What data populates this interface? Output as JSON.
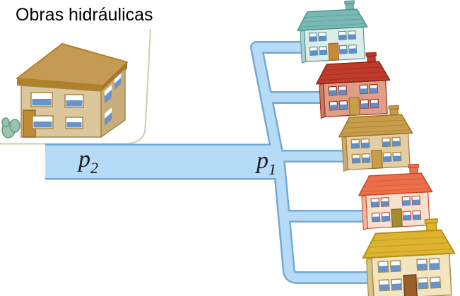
{
  "title": "Obras hidráulicas",
  "labels": {
    "p2": {
      "base": "p",
      "sub": "2"
    },
    "p1": {
      "base": "p",
      "sub": "1"
    }
  },
  "colors": {
    "background": "#ffffff",
    "pipe_fill": "#b6dbf6",
    "pipe_outline": "#72a9d6",
    "platform_edge": "#d5cfb8",
    "label_text": "#1a1a1a",
    "title_text": "#000000"
  },
  "waterworks": {
    "wall": "#dcc79c",
    "wall_side": "#c8ac7c",
    "roof": "#c49a55",
    "roof_trim": "#b0812c",
    "roof_trim_side": "#a3762a",
    "outline": "#a8854a",
    "door": "#bf8a33",
    "door_trim": "#8f6a1e",
    "window_glass": "#6b93c7",
    "window_white": "#ffffff",
    "bush": "#9cc3ad",
    "bush_stroke": "#639b7d"
  },
  "houses": [
    {
      "name": "teal-house",
      "roof": "#7ab8b5",
      "roof_dark": "#48908c",
      "wall": "#dcecea",
      "side": "#a9d2cd",
      "trim": "#4f918d",
      "door": "#cc8833",
      "door_trim": "#9a6320",
      "window": "#5f8fc8"
    },
    {
      "name": "red-house",
      "roof": "#bf3b2b",
      "roof_dark": "#8f2417",
      "wall": "#df9f87",
      "side": "#c67a62",
      "trim": "#9c2a1a",
      "door": "#c79e4b",
      "door_trim": "#97742a",
      "window": "#5f8fc8"
    },
    {
      "name": "tan-house",
      "roof": "#c99c4b",
      "roof_dark": "#9a7322",
      "wall": "#e2cda4",
      "side": "#c6ab77",
      "trim": "#a87b28",
      "door": "#c79e45",
      "door_trim": "#8f6f25",
      "window": "#5f8fc8"
    },
    {
      "name": "orange-house",
      "roof": "#ec6f4c",
      "roof_dark": "#c34c28",
      "wall": "#f8e2cf",
      "side": "#eab99e",
      "trim": "#cc4a2e",
      "door": "#a38d33",
      "door_trim": "#7a681f",
      "window": "#5f8fc8"
    },
    {
      "name": "yellow-house",
      "roof": "#ddb330",
      "roof_dark": "#b38d14",
      "wall": "#f3e5bf",
      "side": "#d9c384",
      "trim": "#a89050",
      "door": "#9c5f28",
      "door_trim": "#6f4218",
      "window": "#6b93c7"
    }
  ]
}
